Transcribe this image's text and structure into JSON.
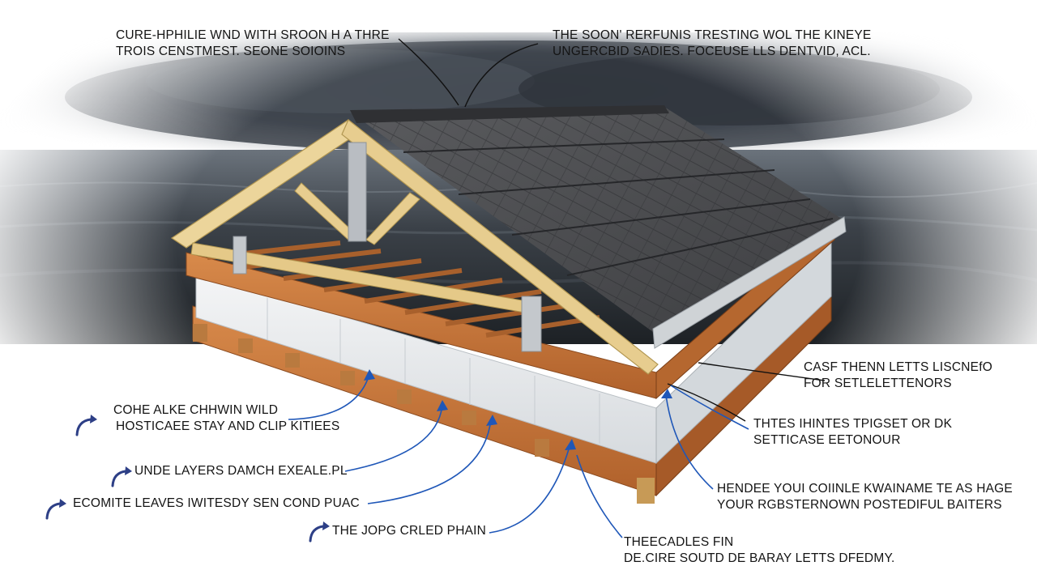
{
  "callouts": {
    "top_left": {
      "line1": "CURE-HPHILIE WND WITH SROON H A THRE",
      "line2": "TROIS CENSTMEST. SEONE SOIOINS"
    },
    "top_right": {
      "line1": "THE SOON' RERFUNIS TRESTING WOL THE KINEYE",
      "line2": "UNGERCBID SADIES. FOCEUSE LLS DENTVID, ACL."
    },
    "right_1": {
      "line1": "CASF THENN LETTS LISCNEfO",
      "line2": "FOR SETLELETTENORS"
    },
    "right_2": {
      "line1": "THTES IHINTES TPIGSET OR DK",
      "line2": "SETTICASE EETONOUR"
    },
    "right_3": {
      "line1": "HENDEE YOUI COIINLE KWAINAME TE AS HAGE",
      "line2": "YOUR RGBSTERNOWN POSTEDIFUL BAITERS"
    },
    "bottom_center": {
      "line1": "THEECADLES FIN",
      "line2": "DE.CIRE SOUTD DE BARAY LETTS DFEDMY."
    },
    "left_1": {
      "line1": "COHE ALKE CHHWIN WILD",
      "line2": "HOSTICAEE STAY AND CLIP KITIEES"
    },
    "left_2": {
      "line1": "UNDE LAYERS DAMCH EXEALE.PL"
    },
    "left_3": {
      "line1": "ECOMITE LEAVES IWITESDY SEN COND PUAC"
    },
    "left_4": {
      "line1": "THE JOPG CRLED PHAIN"
    }
  },
  "colors": {
    "shingle": "#4a4b4e",
    "truss": "#e7cd8f",
    "rim_wood": "#c8743a",
    "insulation": "#e9ecef",
    "flashing": "#cfd3d6",
    "arrow_blue": "#1f57b8",
    "arrow_dark_blue": "#2d3f86",
    "storm_sky": "#3a4048",
    "sea": "#2e3338"
  },
  "icons": [
    "curved-arrow-icon"
  ]
}
